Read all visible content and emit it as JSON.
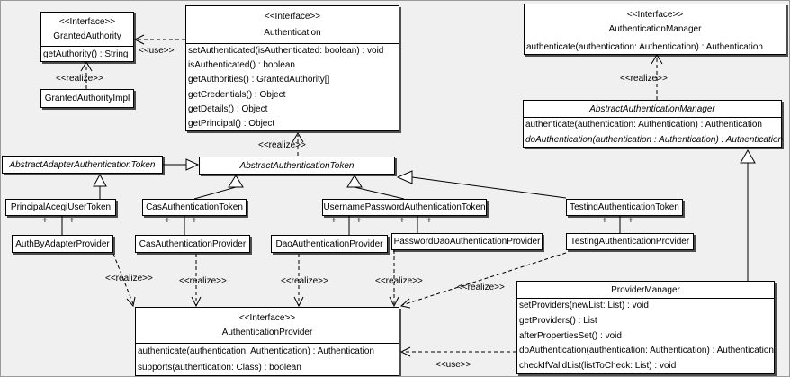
{
  "labels": {
    "realize": "<<realize>>",
    "use": "<<use>>",
    "plus": "+"
  },
  "classes": {
    "granted_authority": {
      "stereotype": "<<Interface>>",
      "name": "GrantedAuthority",
      "methods": [
        "getAuthority() : String"
      ]
    },
    "granted_authority_impl": {
      "name": "GrantedAuthorityImpl"
    },
    "authentication": {
      "stereotype": "<<Interface>>",
      "name": "Authentication",
      "methods": [
        "setAuthenticated(isAuthenticated: boolean) : void",
        "isAuthenticated() : boolean",
        "getAuthorities() : GrantedAuthority[]",
        "getCredentials() : Object",
        "getDetails() : Object",
        "getPrincipal() : Object"
      ]
    },
    "authentication_manager": {
      "stereotype": "<<Interface>>",
      "name": "AuthenticationManager",
      "methods": [
        "authenticate(authentication: Authentication) : Authentication"
      ]
    },
    "abstract_authentication_manager": {
      "name": "AbstractAuthenticationManager",
      "methods": [
        "authenticate(authentication: Authentication) : Authentication",
        "doAuthentication(authentication : Authentication) : Authentication"
      ]
    },
    "abstract_adapter_authentication_token": {
      "name": "AbstractAdapterAuthenticationToken"
    },
    "abstract_authentication_token": {
      "name": "AbstractAuthenticationToken"
    },
    "principal_acegi_user_token": {
      "name": "PrincipalAcegiUserToken"
    },
    "cas_authentication_token": {
      "name": "CasAuthenticationToken"
    },
    "username_password_authentication_token": {
      "name": "UsernamePasswordAuthenticationToken"
    },
    "testing_authentication_token": {
      "name": "TestingAuthenticationToken"
    },
    "auth_by_adapter_provider": {
      "name": "AuthByAdapterProvider"
    },
    "cas_authentication_provider": {
      "name": "CasAuthenticationProvider"
    },
    "dao_authentication_provider": {
      "name": "DaoAuthenticationProvider"
    },
    "password_dao_authentication_provider": {
      "name": "PasswordDaoAuthenticationProvider"
    },
    "testing_authentication_provider": {
      "name": "TestingAuthenticationProvider"
    },
    "authentication_provider": {
      "stereotype": "<<Interface>>",
      "name": "AuthenticationProvider",
      "methods": [
        "authenticate(authentication: Authentication) : Authentication",
        "supports(authentication: Class) : boolean"
      ]
    },
    "provider_manager": {
      "name": "ProviderManager",
      "methods": [
        "setProviders(newList: List) : void",
        "getProviders() : List",
        "afterPropertiesSet() : void",
        "doAuthentication(authentication: Authentication) : Authentication",
        "checkIfValidList(listToCheck: List) : void"
      ]
    }
  }
}
